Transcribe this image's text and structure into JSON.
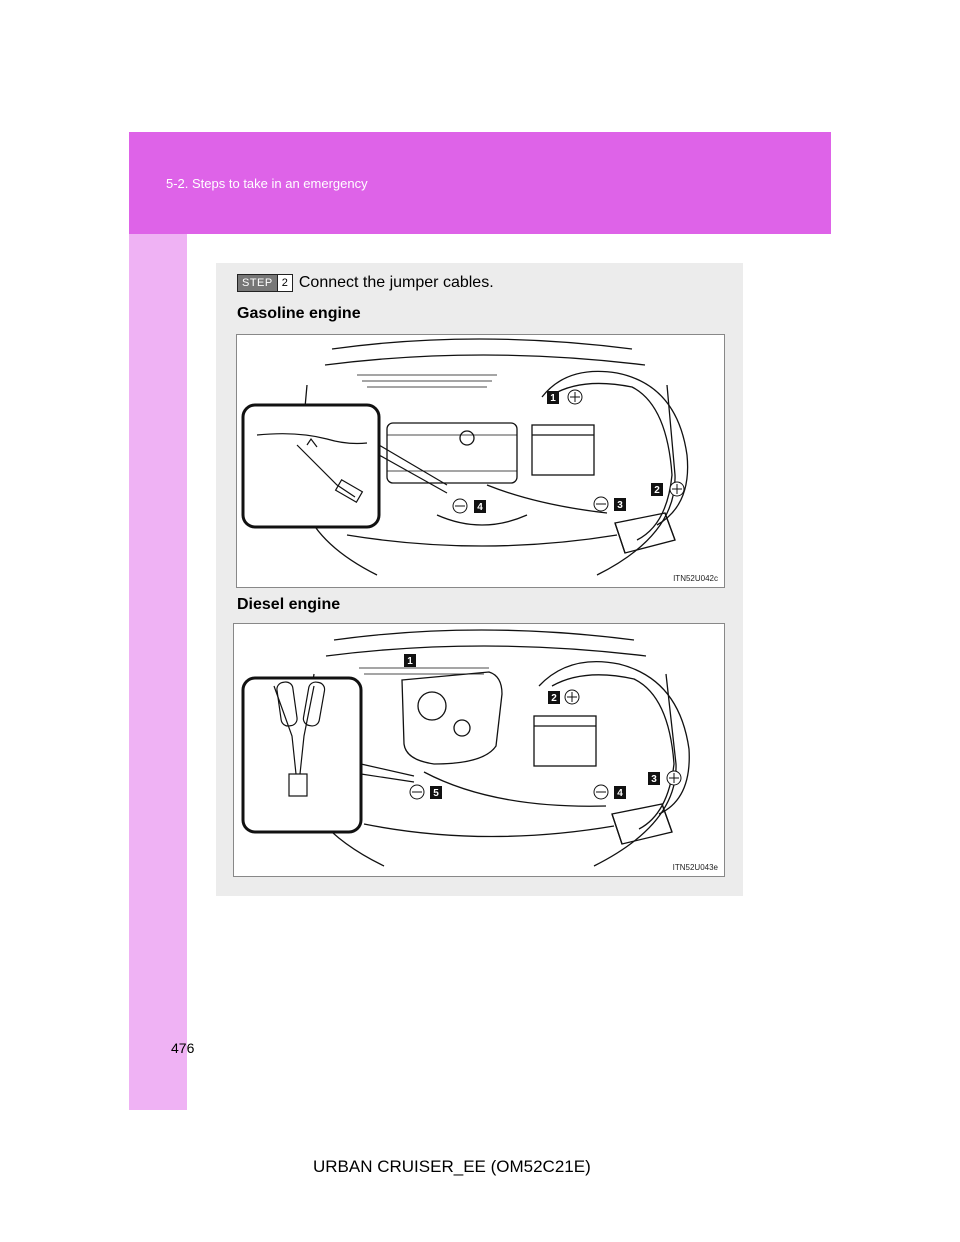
{
  "header": {
    "section": "5-2. Steps to take in an emergency"
  },
  "step": {
    "label": "STEP",
    "number": "2",
    "text": "Connect the jumper cables."
  },
  "figures": [
    {
      "heading": "Gasoline engine",
      "code": "ITN52U042c",
      "callouts": [
        "1",
        "2",
        "3",
        "4"
      ]
    },
    {
      "heading": "Diesel engine",
      "code": "ITN52U043e",
      "callouts": [
        "1",
        "2",
        "3",
        "4",
        "5"
      ]
    }
  ],
  "page_number": "476",
  "footer": {
    "model": "URBAN CRUISER_EE (OM52C21E)"
  },
  "colors": {
    "header_bg": "#de63e8",
    "sidebar_bg": "#efb2f4",
    "panel_bg": "#ececec"
  }
}
